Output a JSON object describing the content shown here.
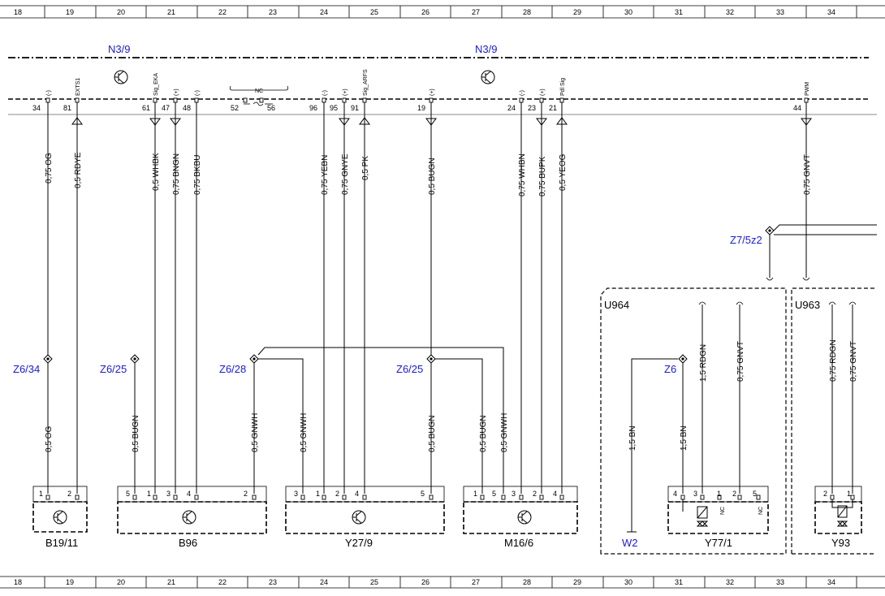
{
  "grid": [
    "18",
    "19",
    "20",
    "21",
    "22",
    "23",
    "24",
    "25",
    "26",
    "27",
    "28",
    "29",
    "30",
    "31",
    "32",
    "33",
    "34"
  ],
  "control_unit": {
    "label_left": "N3/9",
    "label_right": "N3/9",
    "pins": [
      {
        "num": "34",
        "sig": "(-)"
      },
      {
        "num": "81",
        "sig": "EXTS1"
      },
      {
        "num": "61",
        "sig": "Sig_EKA"
      },
      {
        "num": "47",
        "sig": "(+)"
      },
      {
        "num": "48",
        "sig": "(-)"
      },
      {
        "num": "52",
        "sig": ""
      },
      {
        "num": "56",
        "sig": ""
      },
      {
        "num": "96",
        "sig": "(-)"
      },
      {
        "num": "95",
        "sig": "(+)"
      },
      {
        "num": "91",
        "sig": "Sig_ARFS"
      },
      {
        "num": "19",
        "sig": "(+)"
      },
      {
        "num": "24",
        "sig": "(-)"
      },
      {
        "num": "23",
        "sig": "(+)"
      },
      {
        "num": "21",
        "sig": "Pdl Sig"
      },
      {
        "num": "44",
        "sig": "PWM"
      }
    ],
    "nc_label": "NC"
  },
  "wires_upper": [
    {
      "label": "0,75 OG"
    },
    {
      "label": "0,5 RDYE"
    },
    {
      "label": "0,5 WHBK"
    },
    {
      "label": "0,75 BNGN"
    },
    {
      "label": "0,75 BKBU"
    },
    {
      "label": "0,75 YEBN"
    },
    {
      "label": "0,75 GNYE"
    },
    {
      "label": "0,5 PK"
    },
    {
      "label": "0,5 BUGN"
    },
    {
      "label": "0,75 WHBN"
    },
    {
      "label": "0,75 BUPK"
    },
    {
      "label": "0,5 YEOG"
    },
    {
      "label": "0,75 GNVT"
    }
  ],
  "splices": [
    "Z6/34",
    "Z6/25",
    "Z6/28",
    "Z6/25",
    "Z6",
    "Z7/5z2"
  ],
  "wires_lower": [
    {
      "label": "0,5 OG"
    },
    {
      "label": "0,5 BUGN"
    },
    {
      "label": "0,5 GNWH"
    },
    {
      "label": "0,5 GNWH"
    },
    {
      "label": "0,5 BUGN"
    },
    {
      "label": "0,5 BUGN"
    },
    {
      "label": "0,5 GNWH"
    },
    {
      "label": "1,5 BN"
    },
    {
      "label": "1,5 BN"
    },
    {
      "label": "1,5 RDGN"
    },
    {
      "label": "0,75 GNVT"
    },
    {
      "label": "0,75 RDGN"
    },
    {
      "label": "0,75 GNVT"
    }
  ],
  "groups": [
    "U964",
    "U963"
  ],
  "components": [
    {
      "name": "B19/11",
      "pins": [
        "1",
        "2"
      ]
    },
    {
      "name": "B96",
      "pins": [
        "5",
        "1",
        "3",
        "4",
        "2"
      ]
    },
    {
      "name": "Y27/9",
      "pins": [
        "3",
        "1",
        "2",
        "4",
        "5"
      ]
    },
    {
      "name": "M16/6",
      "pins": [
        "1",
        "5",
        "3",
        "2",
        "4"
      ]
    },
    {
      "name": "W2",
      "pins": []
    },
    {
      "name": "Y77/1",
      "pins": [
        "4",
        "3",
        "1",
        "2",
        "5"
      ]
    },
    {
      "name": "Y93",
      "pins": [
        "2",
        "1"
      ]
    }
  ],
  "nc_small": "NC"
}
